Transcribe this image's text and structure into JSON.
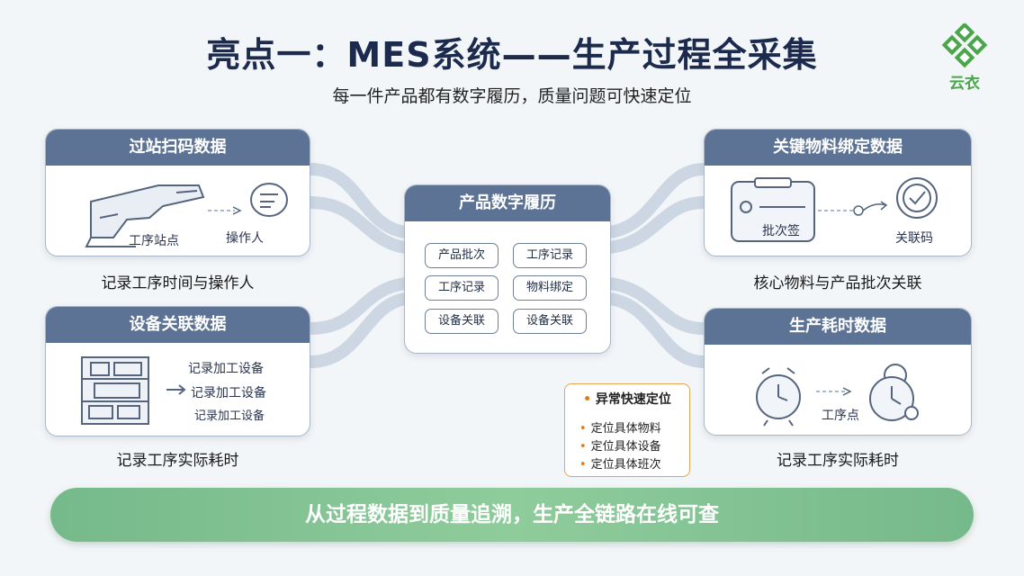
{
  "title": "亮点一：MES系统——生产过程全采集",
  "subtitle": "每一件产品都有数字履历，质量问题可快速定位",
  "logo": {
    "text": "云衣"
  },
  "cards": {
    "scan": {
      "title": "过站扫码数据",
      "station_label": "工序站点",
      "operator_label": "操作人",
      "caption": "记录工序时间与操作人"
    },
    "material": {
      "title": "关键物料绑定数据",
      "batch_label": "批次签",
      "link_label": "关联码",
      "caption": "核心物料与产品批次关联"
    },
    "equipment": {
      "title": "设备关联数据",
      "lines": [
        "记录加工设备",
        "记录加工设备",
        "记录加工设备"
      ],
      "caption": "记录工序实际耗时"
    },
    "timing": {
      "title": "生产耗时数据",
      "station_label": "工序点",
      "caption": "记录工序实际耗时"
    }
  },
  "center": {
    "title": "产品数字履历",
    "chips": [
      "产品批次",
      "工序记录",
      "工序记录",
      "物料绑定",
      "设备关联",
      "设备关联"
    ]
  },
  "alert": {
    "title": "异常快速定位",
    "items": [
      "定位具体物料",
      "定位具体设备",
      "定位具体班次"
    ]
  },
  "banner": "从过程数据到质量追溯，生产全链路在线可查",
  "colors": {
    "header": "#5d7396",
    "banner": "#7fbf8f",
    "alert_border": "#e7a253",
    "flow": "#c3cedd"
  }
}
